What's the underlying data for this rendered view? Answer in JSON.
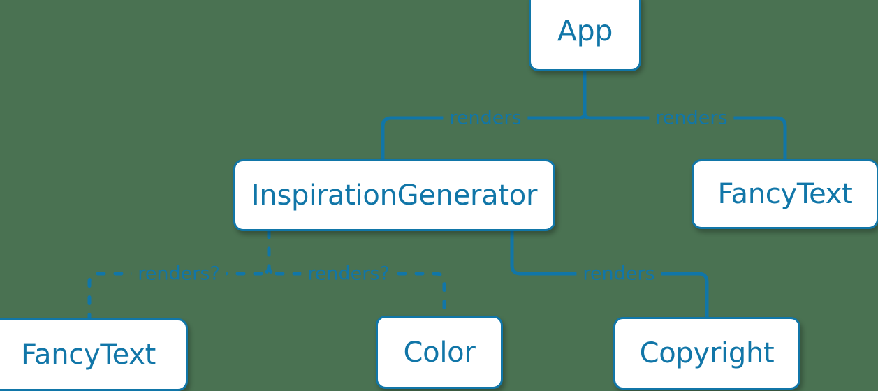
{
  "diagram": {
    "title": "React component render tree",
    "background_color": "#4a7252",
    "accent_color": "#1176a8",
    "node_fill_color": "#ffffff",
    "nodes": [
      {
        "id": "app",
        "label": "App"
      },
      {
        "id": "inspiration",
        "label": "InspirationGenerator"
      },
      {
        "id": "fancytext_right",
        "label": "FancyText"
      },
      {
        "id": "fancytext_bottom",
        "label": "FancyText"
      },
      {
        "id": "color",
        "label": "Color"
      },
      {
        "id": "copyright",
        "label": "Copyright"
      }
    ],
    "edges": [
      {
        "from": "app",
        "to": "inspiration",
        "label": "renders",
        "style": "solid"
      },
      {
        "from": "app",
        "to": "fancytext_right",
        "label": "renders",
        "style": "solid"
      },
      {
        "from": "inspiration",
        "to": "fancytext_bottom",
        "label": "renders?",
        "style": "dashed"
      },
      {
        "from": "inspiration",
        "to": "color",
        "label": "renders?",
        "style": "dashed"
      },
      {
        "from": "inspiration",
        "to": "copyright",
        "label": "renders",
        "style": "solid"
      }
    ]
  }
}
